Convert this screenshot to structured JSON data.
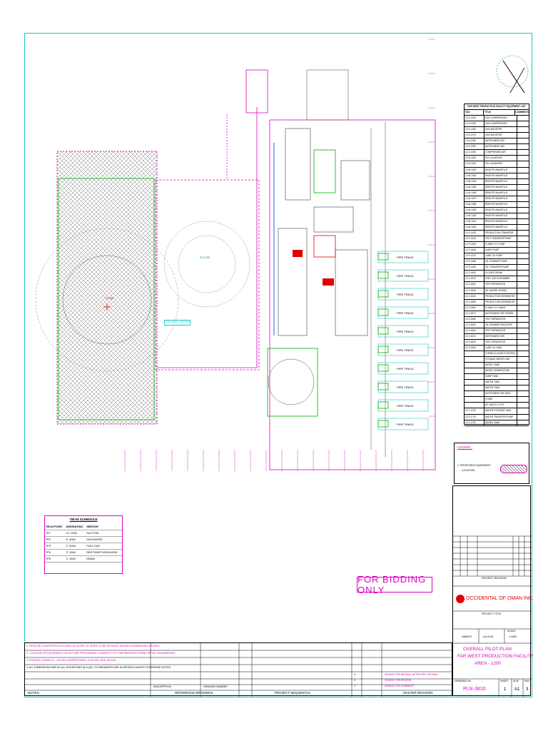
{
  "drawing": {
    "bidding_stamp": "FOR BIDDING ONLY",
    "company": "OCCIDENTAL OF OMAN INC.",
    "title_line1": "OVERALL PILOT PLAN",
    "title_line2": "FAR WEST PRODUCTION FACILITY",
    "title_line3": "AREA - 1200",
    "drawing_no": "PLN-3810",
    "sheet": "1",
    "size": "A1",
    "rev": "3",
    "scale": "1:1000",
    "project_title_label": "PROJECT TITLE",
    "project_revision": "PROJECT REVISION",
    "drawn_by": "HNM/SS",
    "checked_by": "A.N./H.B.",
    "scale_label": "SCALE",
    "drawing_no_label": "DRAWING No.",
    "sheet_label": "SHEET",
    "size_label": "SIZE",
    "rev_label": "REV"
  },
  "legend": {
    "title": "LEGEND :",
    "item1": "1. PROPOSED EQUIPMENT",
    "item1b": "LOCATION"
  },
  "tie_in": {
    "title": "TIE-IN SCHEDULE",
    "headers": [
      "TIE-IN POINT",
      "SIZE/RATING",
      "SERVICE"
    ],
    "rows": [
      [
        "TP1",
        "12\"-150#",
        "SUCTION"
      ],
      [
        "TP2",
        "6\"-300#",
        "DISCHARGE"
      ],
      [
        "TP3",
        "2\"-300#",
        "FUEL GAS"
      ],
      [
        "TP4",
        "3\"-150#",
        "RED PUMP DISCHARGE"
      ],
      [
        "TP5",
        "2\"-150#",
        "DRAIN"
      ]
    ]
  },
  "equipment_list": {
    "title": "FAR WEST PRODUCTION FACILITY EQUIPMENT LIST",
    "headers": [
      "TAG",
      "TITLE",
      "COMMENTS"
    ],
    "rows": [
      [
        "12-K-1240",
        "GAS COMPRESSOR",
        ""
      ],
      [
        "12-K-1250",
        "GAS COMPRESSOR",
        ""
      ],
      [
        "12-K-1260",
        "GAS BOOSTER COMPRESSOR",
        ""
      ],
      [
        "12-K-1270",
        "GAS BOOSTER COMPRESSOR",
        ""
      ],
      [
        "12-K-1280",
        "INSTRUMENT AIR COMPRESSOR",
        ""
      ],
      [
        "12-K-1290",
        "INSTRUMENT AIR COMPRESSOR",
        ""
      ],
      [
        "12-X-1294",
        "COMPRESSED AIR PACKAGE",
        ""
      ],
      [
        "12-D-1300",
        "PIG LAUNCHER",
        ""
      ],
      [
        "12-D-1310",
        "PIG LAUNCHER",
        ""
      ],
      [
        "12-M-1320",
        "REMOTE MANIFOLD",
        ""
      ],
      [
        "12-M-1330",
        "REMOTE MANIFOLD",
        ""
      ],
      [
        "12-M-1340",
        "REMOTE MANIFOLD",
        ""
      ],
      [
        "12-M-1350",
        "REMOTE MANIFOLD",
        ""
      ],
      [
        "12-M-1360",
        "REMOTE MANIFOLD",
        ""
      ],
      [
        "12-M-1370",
        "REMOTE MANIFOLD",
        ""
      ],
      [
        "12-M-1380",
        "REMOTE MANIFOLD",
        ""
      ],
      [
        "12-M-1390",
        "REMOTE MANIFOLD",
        ""
      ],
      [
        "12-M-1400",
        "REMOTE MANIFOLD",
        ""
      ],
      [
        "12-M-1410",
        "REMOTE MANIFOLD",
        ""
      ],
      [
        "12-M-1420",
        "REMOTE MANIFOLD",
        ""
      ],
      [
        "12-P-1430",
        "PRODUCTION TRANSFER PUMP",
        ""
      ],
      [
        "12-P-1440",
        "TEST TRANSFER PUMP",
        ""
      ],
      [
        "12-P-1450",
        "FLARE K.O. PUMP",
        ""
      ],
      [
        "12-P-1460",
        "SUMP PUMP",
        ""
      ],
      [
        "12-P-1470",
        "LUBE OIL PUMP",
        ""
      ],
      [
        "12-P-1480",
        "OIL STANDBY PUMP",
        ""
      ],
      [
        "12-P-1490",
        "OIL TRANSFER PUMP",
        ""
      ],
      [
        "12-T-1500",
        "CLOSED DRAIN",
        ""
      ],
      [
        "12-V-1510",
        "FUEL GAS SCRUBBER",
        ""
      ],
      [
        "12-V-1520",
        "TEST SEPARATOR",
        ""
      ],
      [
        "12-V-1530",
        "OIL SURGE VESSEL",
        ""
      ],
      [
        "12-V-1540",
        "PRODUCTION SEPARATOR",
        ""
      ],
      [
        "12-V-1550",
        "PRODUCTION SEPARATOR",
        ""
      ],
      [
        "12-V-1560",
        "FLARE K.O. DRUM",
        ""
      ],
      [
        "12-V-1570",
        "INSTRUMENT AIR VESSEL",
        ""
      ],
      [
        "12-V-1580",
        "TEST SEPARATOR",
        ""
      ],
      [
        "12-V-1590",
        "OIL SKIMMER RECEIVER",
        ""
      ],
      [
        "12-V-1600",
        "TEST SEPARATOR",
        ""
      ],
      [
        "12-V-1610",
        "INSTRUMENT AIR ACCUMULATOR",
        ""
      ],
      [
        "12-V-1620",
        "TEST SEPARATOR",
        ""
      ],
      [
        "12-V-1630",
        "LUBE OIL TANK",
        ""
      ],
      [
        "-",
        "CHEMICAL INJECTION SKID",
        ""
      ],
      [
        "-",
        "POTABLE WATER UNIT",
        ""
      ],
      [
        "-",
        "DIESEL TANK",
        ""
      ],
      [
        "-",
        "DIESEL GENERATORS",
        ""
      ],
      [
        "-",
        "SUMP TANK",
        ""
      ],
      [
        "-",
        "WATER TANK",
        ""
      ],
      [
        "-",
        "WATER TANK",
        ""
      ],
      [
        "-",
        "INSTRUMENT AIR SKID",
        ""
      ],
      [
        "-",
        "FLARE",
        ""
      ],
      [
        "-",
        "HP GAS K.O. POT",
        ""
      ],
      [
        "12-T-1700",
        "WATER STORAGE TANK",
        ""
      ],
      [
        "12-P-1710",
        "WATER TRANSFER PUMP",
        ""
      ],
      [
        "12-T-1720",
        "DIESEL TANK",
        ""
      ]
    ]
  },
  "notes": {
    "title": "NOTES:",
    "n1": "1. PIPELINE & SUPPORTS INCLUDED IN SCOPE OF WORK TO BE DETAILED DURING ENGINEERING DESIGN",
    "n2": "2. LOCATION OF EQUIPMENT LAYOUT ARE PRELIMINARY & SUBJECT TO CONFIRMATION DURING DETAIL ENGINEERING",
    "n3": "3. EXISTING GRADE EL. 100.000 CORRESPONDS TO PLANT SITE DATUM",
    "n4": "4. ALL DIMENSIONS ARE IN mm. ELEVATIONS IN m (M) / COORDINATES ARE IN METERS UNLESS OTHERWISE NOTED."
  },
  "refs": {
    "reference_drawings": "REFERENCE DRAWINGS",
    "project_sequential": "PROJECT SEQUENTIAL",
    "master_revision": "MASTER REVISION",
    "description": "DESCRIPTION",
    "drawing_number": "DRAWING NUMBER"
  },
  "revisions": [
    [
      "3",
      "ISSUED FOR BIDDING AFTER MPC REVIEW"
    ],
    [
      "2",
      "ISSUED FOR REVIEW"
    ],
    [
      "1",
      "ISSUED FOR COMMENT"
    ]
  ],
  "plot": {
    "pipe_track": "PIPE TRACK",
    "grade": "GRADE EL. 100.000",
    "flare": "FLARE",
    "future": "FUTURE"
  },
  "colors": {
    "border": "#19c8c8",
    "magenta": "#e000c0",
    "green": "#00b000",
    "red": "#e00000",
    "blue": "#0030e0"
  }
}
